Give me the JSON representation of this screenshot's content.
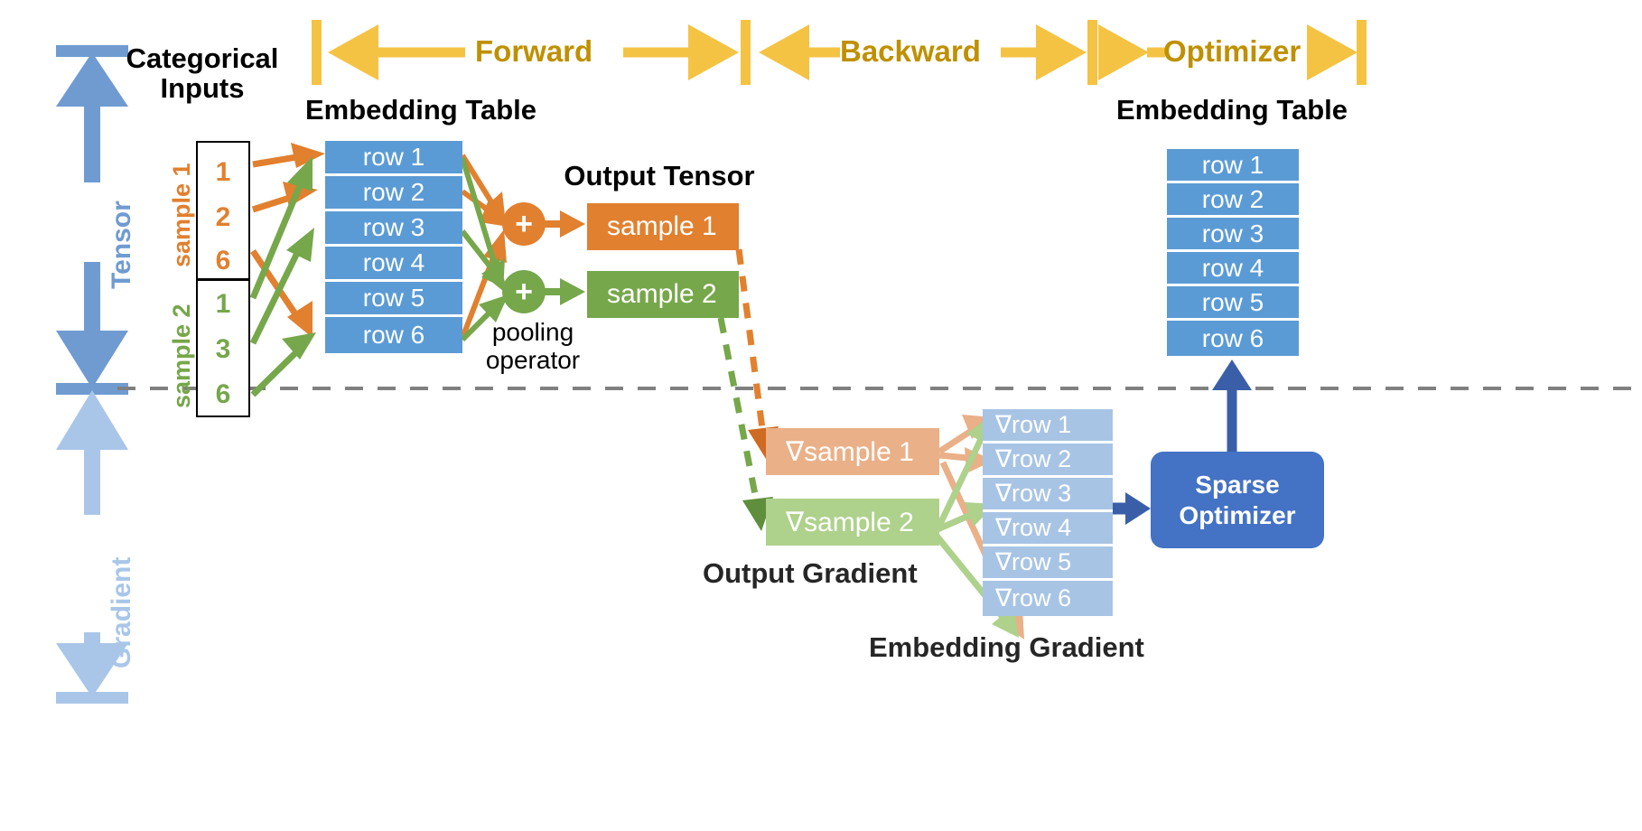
{
  "banner": {
    "phases": [
      {
        "label": "Forward"
      },
      {
        "label": "Backward"
      },
      {
        "label": "Optimizer"
      }
    ]
  },
  "axis": {
    "tensor_label": "Tensor",
    "gradient_label": "Gradient"
  },
  "headers": {
    "categorical_inputs": "Categorical\nInputs",
    "embedding_table_left": "Embedding Table",
    "embedding_table_right": "Embedding Table",
    "output_tensor": "Output Tensor",
    "output_gradient": "Output Gradient",
    "embedding_gradient": "Embedding Gradient",
    "pooling_operator": "pooling\noperator"
  },
  "inputs": {
    "samples": [
      {
        "tag": "sample 1",
        "color": "#e1802f",
        "indices": [
          "1",
          "2",
          "6"
        ]
      },
      {
        "tag": "sample 2",
        "color": "#76a74b",
        "indices": [
          "1",
          "3",
          "6"
        ]
      }
    ]
  },
  "embedding_table_left": {
    "rows": [
      "row 1",
      "row 2",
      "row 3",
      "row 4",
      "row 5",
      "row 6"
    ]
  },
  "embedding_table_right": {
    "rows": [
      "row 1",
      "row 2",
      "row 3",
      "row 4",
      "row 5",
      "row 6"
    ]
  },
  "embedding_gradient": {
    "rows": [
      "∇row 1",
      "∇row 2",
      "∇row 3",
      "∇row 4",
      "∇row 5",
      "∇row 6"
    ]
  },
  "output_tensor": {
    "boxes": [
      {
        "label": "sample 1",
        "color": "#e1802f"
      },
      {
        "label": "sample 2",
        "color": "#76a74b"
      }
    ]
  },
  "output_gradient": {
    "boxes": [
      {
        "label": "∇sample 1",
        "color": "#eab088"
      },
      {
        "label": "∇sample 2",
        "color": "#aed18c"
      }
    ]
  },
  "optimizer": {
    "label": "Sparse\nOptimizer"
  },
  "pooling": {
    "op_symbol": "+",
    "operators": [
      {
        "color": "#e1802f"
      },
      {
        "color": "#76a74b"
      }
    ]
  },
  "colors": {
    "banner": "#f5c344",
    "banner_text": "#bf9000",
    "tensor_blue": "#5b9bd5",
    "gradient_blue": "#a8c4e5",
    "orange": "#e1802f",
    "green": "#76a74b",
    "orange_light": "#eab088",
    "green_light": "#aed18c",
    "optimizer_blue": "#4472c4",
    "divider_gray": "#808080"
  }
}
